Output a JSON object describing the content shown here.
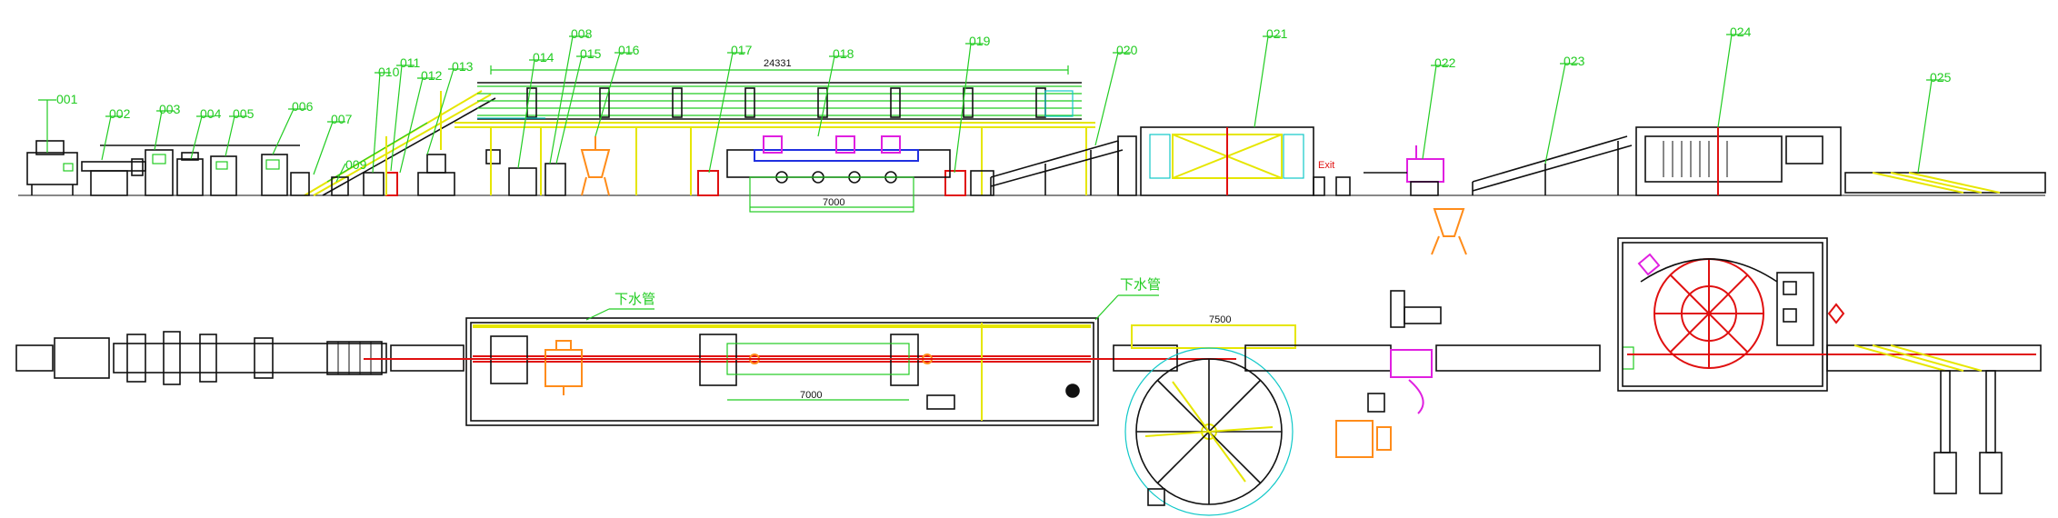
{
  "drawing": {
    "callouts": [
      "001",
      "002",
      "003",
      "004",
      "005",
      "006",
      "007",
      "008",
      "009",
      "010",
      "011",
      "012",
      "013",
      "014",
      "015",
      "016",
      "017",
      "018",
      "019",
      "020",
      "021",
      "022",
      "023",
      "024",
      "025"
    ],
    "dimensions": {
      "overall_length": "24331",
      "steamer_length_elevation": "7000",
      "steamer_length_plan": "7000",
      "cooling_width": "7500"
    },
    "notes": {
      "drain_pipe_1": "下水管",
      "drain_pipe_2": "下水管",
      "exit": "Exit"
    },
    "colors": {
      "label": "#22cc22",
      "outline": "#111111",
      "yellow": "#e6e600",
      "red": "#e01010",
      "magenta": "#e020e0",
      "orange": "#ff8c1a",
      "cyan": "#10c8c8"
    }
  }
}
